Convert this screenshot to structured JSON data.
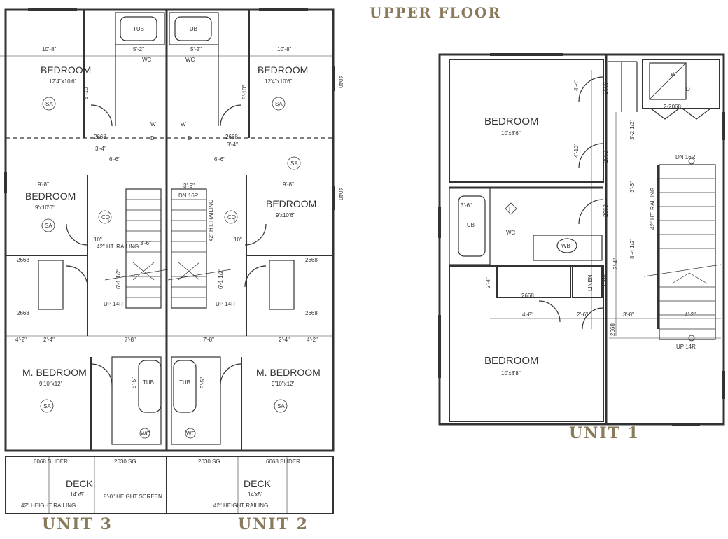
{
  "headings": {
    "upper_floor": "UPPER FLOOR",
    "unit_1": "UNIT 1",
    "unit_2": "UNIT 2",
    "unit_3": "UNIT 3"
  },
  "colors": {
    "ink": "#333333",
    "heading": "#8a7a5c",
    "background": "#ffffff"
  },
  "left_plan": {
    "bedroom_a": "BEDROOM",
    "bedroom_a_size": "12'4\"x10'6\"",
    "bedroom_b": "BEDROOM",
    "bedroom_b_size": "12'4\"x10'6\"",
    "bedroom_c": "BEDROOM",
    "bedroom_c_size": "9'x10'6\"",
    "bedroom_d": "BEDROOM",
    "bedroom_d_size": "9'x10'6\"",
    "master_a": "M. BEDROOM",
    "master_a_size": "9'10\"x12'",
    "master_b": "M. BEDROOM",
    "master_b_size": "9'10\"x12'",
    "deck_a": "DECK",
    "deck_a_size": "14'x5'",
    "deck_b": "DECK",
    "deck_b_size": "14'x5'",
    "tub": "TUB",
    "wc": "WC",
    "sa": "SA",
    "cq": "CQ",
    "w": "W",
    "d": "D",
    "slider": "6068 SLIDER",
    "sg": "2030 SG",
    "railing_42": "42\" HEIGHT RAILING",
    "screen_8": "8'-0\" HEIGHT SCREEN",
    "ht_railing": "42\" HT. RAILING",
    "dn_16r": "DN 16R",
    "up_14r": "UP 14R",
    "d_2668": "2668",
    "d_10_8": "10'-8\"",
    "d_9_8": "9'-8\"",
    "d_5_2": "5'-2\"",
    "d_4_2": "4'-2\"",
    "d_2_4": "2'-4\"",
    "d_3_4": "3'-4\"",
    "d_6_6": "6'-6\"",
    "d_5_10": "5'-10\"",
    "d_4040": "4040",
    "d_3_6": "3'-6\"",
    "d_6_1_2": "6'-1 1/2\"",
    "d_7_8": "7'-8\"",
    "d_5_5": "5'-5\"",
    "d_10": "10\""
  },
  "unit1_plan": {
    "bedroom_top": "BEDROOM",
    "bedroom_top_size": "10'x8'6\"",
    "bedroom_bottom": "BEDROOM",
    "bedroom_bottom_size": "10'x8'8\"",
    "tub": "TUB",
    "wc": "WC",
    "wb": "WB",
    "f": "F",
    "linen": "LINEN",
    "w": "W",
    "d": "D",
    "closet_door": "2-2068",
    "dn_16r": "DN 16R",
    "up_14r": "UP 14R",
    "ht_railing": "42\" HT. RAILING",
    "d_4_4": "4'-4\"",
    "d_4_10": "4'-10\"",
    "d_2668": "2668",
    "d_3_2_1_2": "3'-2 1/2\"",
    "d_3_6": "3'-6\"",
    "d_8_4_1_2": "8'-4 1/2\"",
    "d_2_1_4": "2'-4\"",
    "d_2_4": "2'-4\"",
    "d_1668": "1668",
    "d_4_8": "4'-8\"",
    "d_2_6": "2'-6\"",
    "d_3_8": "3'-8\"",
    "d_4_2": "4'-2\"",
    "d_3_6b": "3'-6\""
  }
}
